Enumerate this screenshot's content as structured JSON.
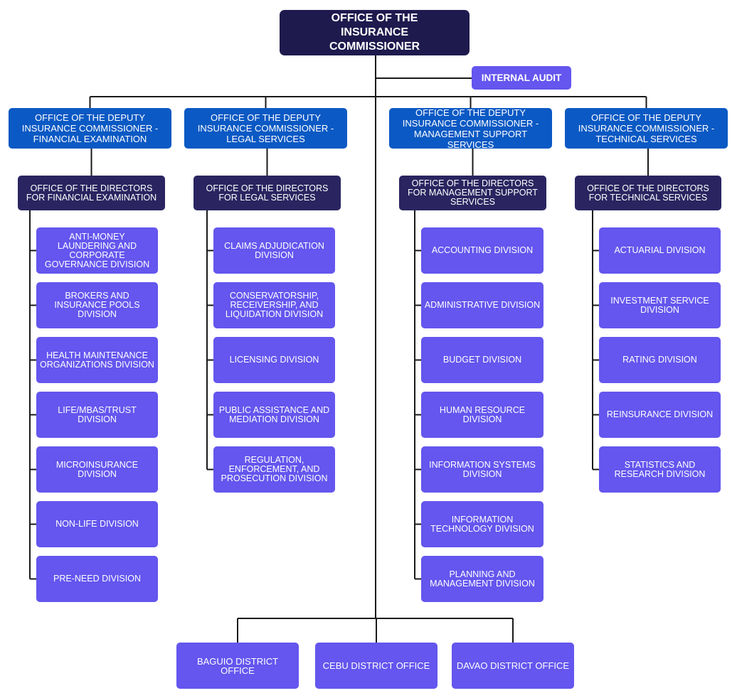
{
  "top": {
    "label": "OFFICE OF THE INSURANCE COMMISSIONER",
    "color": "#1f1a4e"
  },
  "audit": {
    "label": "INTERNAL AUDIT",
    "color": "#6456ee"
  },
  "colors": {
    "line": "#1a1a1a",
    "deputy": "#0b59c4",
    "director": "#2a2560",
    "division": "#6456ee"
  },
  "branches": [
    {
      "deputy": "OFFICE OF THE DEPUTY INSURANCE COMMISSIONER - FINANCIAL EXAMINATION",
      "director": "OFFICE OF THE DIRECTORS FOR FINANCIAL EXAMINATION",
      "divisions": [
        "ANTI-MONEY LAUNDERING AND CORPORATE GOVERNANCE DIVISION",
        "BROKERS AND INSURANCE POOLS DIVISION",
        "HEALTH MAINTENANCE ORGANIZATIONS DIVISION",
        "LIFE/MBAs/TRUST DIVISION",
        "MICROINSURANCE DIVISION",
        "NON-LIFE DIVISION",
        "PRE-NEED DIVISION"
      ]
    },
    {
      "deputy": "OFFICE OF THE DEPUTY INSURANCE COMMISSIONER - LEGAL SERVICES",
      "director": "OFFICE OF THE DIRECTORS FOR LEGAL SERVICES",
      "divisions": [
        "CLAIMS ADJUDICATION DIVISION",
        "CONSERVATORSHIP, RECEIVERSHIP, AND LIQUIDATION DIVISION",
        "LICENSING DIVISION",
        "PUBLIC ASSISTANCE AND MEDIATION DIVISION",
        "REGULATION, ENFORCEMENT, AND PROSECUTION DIVISION"
      ]
    },
    {
      "deputy": "OFFICE OF THE DEPUTY INSURANCE COMMISSIONER - MANAGEMENT SUPPORT SERVICES",
      "director": "OFFICE OF THE DIRECTORS FOR MANAGEMENT SUPPORT SERVICES",
      "divisions": [
        "ACCOUNTING DIVISION",
        "ADMINISTRATIVE DIVISION",
        "BUDGET DIVISION",
        "HUMAN RESOURCE DIVISION",
        "INFORMATION SYSTEMS DIVISION",
        "INFORMATION TECHNOLOGY DIVISION",
        "PLANNING AND MANAGEMENT DIVISION"
      ]
    },
    {
      "deputy": "OFFICE OF THE DEPUTY INSURANCE COMMISSIONER - TECHNICAL SERVICES",
      "director": "OFFICE OF THE DIRECTORS FOR TECHNICAL SERVICES",
      "divisions": [
        "ACTUARIAL DIVISION",
        "INVESTMENT SERVICE DIVISION",
        "RATING DIVISION",
        "REINSURANCE DIVISION",
        "STATISTICS AND RESEARCH DIVISION"
      ]
    }
  ],
  "district_offices": [
    "BAGUIO DISTRICT OFFICE",
    "CEBU DISTRICT OFFICE",
    "DAVAO DISTRICT OFFICE"
  ]
}
